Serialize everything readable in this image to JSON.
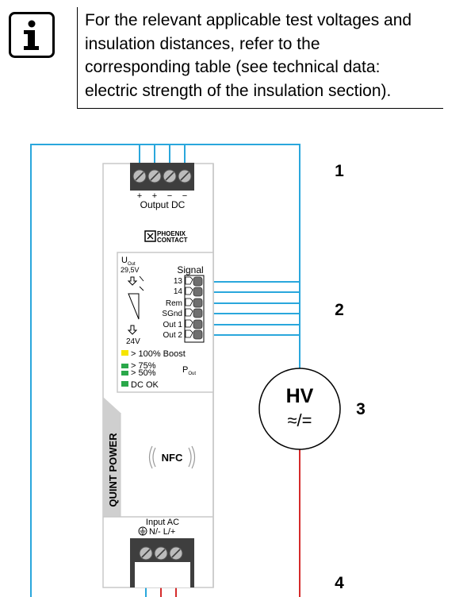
{
  "note": {
    "icon": "info-icon",
    "lines": [
      "For the relevant applicable test voltages and",
      "insulation distances, refer to the",
      "corresponding table (see technical data:",
      "electric strength of the insulation section)."
    ]
  },
  "callouts": {
    "c1": "1",
    "c2": "2",
    "c3": "3",
    "c4": "4"
  },
  "device": {
    "output_signs": [
      "+",
      "+",
      "−",
      "−"
    ],
    "output_label": "Output DC",
    "logo": {
      "line1": "PHOENIX",
      "line2": "CONTACT"
    },
    "uout_label": "U",
    "uout_sub": "Out",
    "v_high": "29,5V",
    "v_low": "24V",
    "signal_header": "Signal",
    "signals": [
      "13",
      "14",
      "Rem",
      "SGnd",
      "Out 1",
      "Out 2"
    ],
    "indicators": {
      "boost": "> 100% Boost",
      "p75": "> 75%",
      "p50": "> 50%",
      "pout": "P",
      "pout_sub": "Out",
      "dcok": "DC OK"
    },
    "brand": "QUINT POWER",
    "nfc": "NFC",
    "input_label": "Input AC",
    "input_terms": "N/- L/+"
  },
  "hv": {
    "label": "HV",
    "symbol": "≈/="
  },
  "colors": {
    "blue_wire": "#2aa7dc",
    "red_wire": "#d52b2b",
    "led_yellow": "#f6e500",
    "led_green": "#2aa84a",
    "terminal_dark": "#3e3e3e",
    "housing_grey": "#c8c8c8"
  }
}
